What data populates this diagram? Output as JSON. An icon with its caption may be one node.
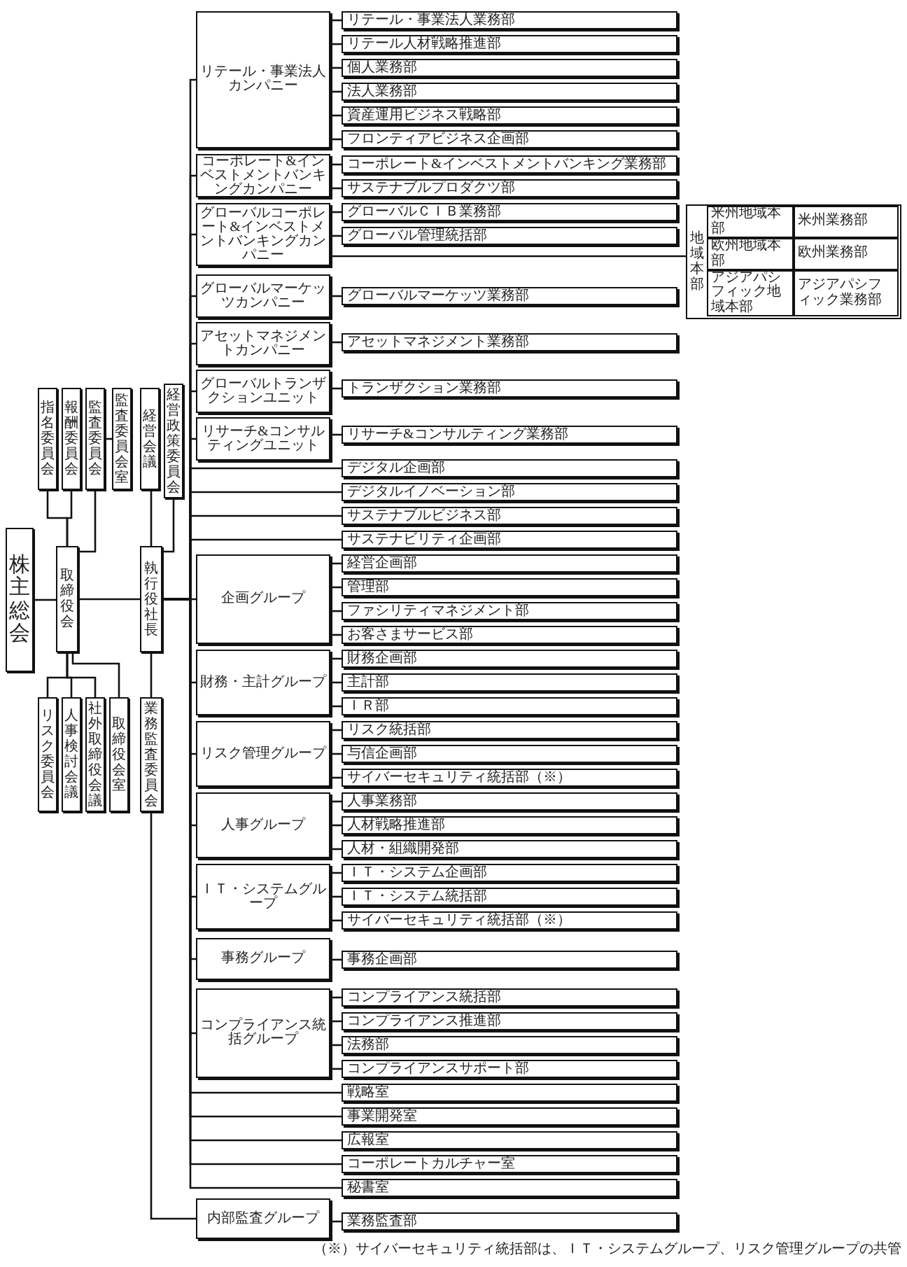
{
  "diagram": {
    "nodes": [
      {
        "text": [
          "株主総会"
        ]
      },
      {
        "text": [
          "取締役会"
        ]
      },
      {
        "text": [
          "指名委員会"
        ]
      },
      {
        "text": [
          "報酬委員会"
        ]
      },
      {
        "text": [
          "監査委員会"
        ]
      },
      {
        "text": [
          "監査委員会室"
        ]
      },
      {
        "text": [
          "リスク委員会"
        ]
      },
      {
        "text": [
          "人事検討会議"
        ]
      },
      {
        "text": [
          "社外取締役会議"
        ]
      },
      {
        "text": [
          "取締役会室"
        ]
      },
      {
        "text": [
          "経営会議"
        ]
      },
      {
        "text": [
          "経営政策委員会"
        ]
      },
      {
        "text": [
          "執行役社長"
        ]
      },
      {
        "text": [
          "業務監査委員会"
        ]
      },
      {
        "text": [
          "リテール・事業法人カンパニー"
        ]
      },
      {
        "text": [
          "リテール・事業法人業務部"
        ]
      },
      {
        "text": [
          "リテール人材戦略推進部"
        ]
      },
      {
        "text": [
          "個人業務部"
        ]
      },
      {
        "text": [
          "法人業務部"
        ]
      },
      {
        "text": [
          "資産運用ビジネス戦略部"
        ]
      },
      {
        "text": [
          "フロンティアビジネス企画部"
        ]
      },
      {
        "text": [
          "コーポレート&インベストメントバンキングカンパニー"
        ]
      },
      {
        "text": [
          "コーポレート&インベストメントバンキング業務部"
        ]
      },
      {
        "text": [
          "サステナブルプロダクツ部"
        ]
      },
      {
        "text": [
          "グローバルコーポレート&インベストメントバンキングカンパニー"
        ]
      },
      {
        "text": [
          "グローバルＣＩＢ業務部"
        ]
      },
      {
        "text": [
          "グローバル管理統括部"
        ]
      },
      {
        "text": [
          "地域本部"
        ]
      },
      {
        "text": [
          "米州地域本部"
        ],
        "in": 27
      },
      {
        "text": [
          "米州業務部"
        ],
        "in": 27
      },
      {
        "text": [
          "欧州地域本部"
        ],
        "in": 27
      },
      {
        "text": [
          "欧州業務部"
        ],
        "in": 27
      },
      {
        "text": [
          "アジアパシフィック地域本部"
        ],
        "in": 27
      },
      {
        "text": [
          "アジアパシフィック業務部"
        ],
        "in": 27
      },
      {
        "text": [
          "グローバルマーケッツカンパニー"
        ]
      },
      {
        "text": [
          "グローバルマーケッツ業務部"
        ]
      },
      {
        "text": [
          "アセットマネジメントカンパニー"
        ]
      },
      {
        "text": [
          "アセットマネジメント業務部"
        ]
      },
      {
        "text": [
          "グローバルトランザクションユニット"
        ]
      },
      {
        "text": [
          "トランザクション業務部"
        ]
      },
      {
        "text": [
          "リサーチ&コンサルティングユニット"
        ]
      },
      {
        "text": [
          "リサーチ&コンサルティング業務部"
        ]
      },
      {
        "text": [
          "デジタル企画部"
        ]
      },
      {
        "text": [
          "デジタルイノベーション部"
        ]
      },
      {
        "text": [
          "サステナブルビジネス部"
        ]
      },
      {
        "text": [
          "サステナビリティ企画部"
        ]
      },
      {
        "text": [
          "企画グループ"
        ]
      },
      {
        "text": [
          "経営企画部"
        ]
      },
      {
        "text": [
          "管理部"
        ]
      },
      {
        "text": [
          "ファシリティマネジメント部"
        ]
      },
      {
        "text": [
          "お客さまサービス部"
        ]
      },
      {
        "text": [
          "財務・主計グループ"
        ]
      },
      {
        "text": [
          "財務企画部"
        ]
      },
      {
        "text": [
          "主計部"
        ]
      },
      {
        "text": [
          "ＩＲ部"
        ]
      },
      {
        "text": [
          "リスク管理グループ"
        ]
      },
      {
        "text": [
          "リスク統括部"
        ]
      },
      {
        "text": [
          "与信企画部"
        ]
      },
      {
        "text": [
          "サイバーセキュリティ統括部（※）"
        ]
      },
      {
        "text": [
          "人事グループ"
        ]
      },
      {
        "text": [
          "人事業務部"
        ]
      },
      {
        "text": [
          "人材戦略推進部"
        ]
      },
      {
        "text": [
          "人材・組織開発部"
        ]
      },
      {
        "text": [
          "ＩＴ・システムグループ"
        ]
      },
      {
        "text": [
          "ＩＴ・システム企画部"
        ]
      },
      {
        "text": [
          "ＩＴ・システム統括部"
        ]
      },
      {
        "text": [
          "サイバーセキュリティ統括部（※）"
        ]
      },
      {
        "text": [
          "事務グループ"
        ]
      },
      {
        "text": [
          "事務企画部"
        ]
      },
      {
        "text": [
          "コンプライアンス統括グループ"
        ]
      },
      {
        "text": [
          "コンプライアンス統括部"
        ]
      },
      {
        "text": [
          "コンプライアンス推進部"
        ]
      },
      {
        "text": [
          "法務部"
        ]
      },
      {
        "text": [
          "コンプライアンスサポート部"
        ]
      },
      {
        "text": [
          "戦略室"
        ]
      },
      {
        "text": [
          "事業開発室"
        ]
      },
      {
        "text": [
          "広報室"
        ]
      },
      {
        "text": [
          "コーポレートカルチャー室"
        ]
      },
      {
        "text": [
          "秘書室"
        ]
      },
      {
        "text": [
          "内部監査グループ"
        ]
      },
      {
        "text": [
          "業務監査部"
        ]
      }
    ],
    "edges": [
      {
        "from": 0,
        "to": 1,
        "arrow": "none"
      },
      {
        "from": 1,
        "to": 2,
        "arrow": "none"
      },
      {
        "from": 1,
        "to": 3,
        "arrow": "none"
      },
      {
        "from": 1,
        "to": 4,
        "arrow": "none"
      },
      {
        "from": 4,
        "to": 5,
        "arrow": "none"
      },
      {
        "from": 1,
        "to": 6,
        "arrow": "none"
      },
      {
        "from": 1,
        "to": 7,
        "arrow": "none"
      },
      {
        "from": 1,
        "to": 8,
        "arrow": "none"
      },
      {
        "from": 1,
        "to": 9,
        "arrow": "none"
      },
      {
        "from": 1,
        "to": 12,
        "arrow": "none"
      },
      {
        "from": 12,
        "to": 10,
        "arrow": "none"
      },
      {
        "from": 12,
        "to": 11,
        "arrow": "none"
      },
      {
        "from": 12,
        "to": 13,
        "arrow": "none"
      },
      {
        "from": 13,
        "to": 79,
        "arrow": "none"
      },
      {
        "from": 12,
        "to": 14,
        "arrow": "none"
      },
      {
        "from": 12,
        "to": 21,
        "arrow": "none"
      },
      {
        "from": 12,
        "to": 24,
        "arrow": "none"
      },
      {
        "from": 12,
        "to": 34,
        "arrow": "none"
      },
      {
        "from": 12,
        "to": 36,
        "arrow": "none"
      },
      {
        "from": 12,
        "to": 38,
        "arrow": "none"
      },
      {
        "from": 12,
        "to": 40,
        "arrow": "none"
      },
      {
        "from": 12,
        "to": 42,
        "arrow": "none"
      },
      {
        "from": 12,
        "to": 43,
        "arrow": "none"
      },
      {
        "from": 12,
        "to": 44,
        "arrow": "none"
      },
      {
        "from": 12,
        "to": 45,
        "arrow": "none"
      },
      {
        "from": 12,
        "to": 46,
        "arrow": "none"
      },
      {
        "from": 12,
        "to": 51,
        "arrow": "none"
      },
      {
        "from": 12,
        "to": 55,
        "arrow": "none"
      },
      {
        "from": 12,
        "to": 59,
        "arrow": "none"
      },
      {
        "from": 12,
        "to": 63,
        "arrow": "none"
      },
      {
        "from": 12,
        "to": 67,
        "arrow": "none"
      },
      {
        "from": 12,
        "to": 69,
        "arrow": "none"
      },
      {
        "from": 12,
        "to": 74,
        "arrow": "none"
      },
      {
        "from": 12,
        "to": 75,
        "arrow": "none"
      },
      {
        "from": 12,
        "to": 76,
        "arrow": "none"
      },
      {
        "from": 12,
        "to": 77,
        "arrow": "none"
      },
      {
        "from": 12,
        "to": 78,
        "arrow": "none"
      },
      {
        "from": 14,
        "to": 15,
        "arrow": "none"
      },
      {
        "from": 14,
        "to": 16,
        "arrow": "none"
      },
      {
        "from": 14,
        "to": 17,
        "arrow": "none"
      },
      {
        "from": 14,
        "to": 18,
        "arrow": "none"
      },
      {
        "from": 14,
        "to": 19,
        "arrow": "none"
      },
      {
        "from": 14,
        "to": 20,
        "arrow": "none"
      },
      {
        "from": 21,
        "to": 22,
        "arrow": "none"
      },
      {
        "from": 21,
        "to": 23,
        "arrow": "none"
      },
      {
        "from": 24,
        "to": 25,
        "arrow": "none"
      },
      {
        "from": 24,
        "to": 26,
        "arrow": "none"
      },
      {
        "from": 24,
        "to": 27,
        "arrow": "none"
      },
      {
        "from": 34,
        "to": 35,
        "arrow": "none"
      },
      {
        "from": 36,
        "to": 37,
        "arrow": "none"
      },
      {
        "from": 38,
        "to": 39,
        "arrow": "none"
      },
      {
        "from": 40,
        "to": 41,
        "arrow": "none"
      },
      {
        "from": 46,
        "to": 47,
        "arrow": "none"
      },
      {
        "from": 46,
        "to": 48,
        "arrow": "none"
      },
      {
        "from": 46,
        "to": 49,
        "arrow": "none"
      },
      {
        "from": 46,
        "to": 50,
        "arrow": "none"
      },
      {
        "from": 51,
        "to": 52,
        "arrow": "none"
      },
      {
        "from": 51,
        "to": 53,
        "arrow": "none"
      },
      {
        "from": 51,
        "to": 54,
        "arrow": "none"
      },
      {
        "from": 55,
        "to": 56,
        "arrow": "none"
      },
      {
        "from": 55,
        "to": 57,
        "arrow": "none"
      },
      {
        "from": 55,
        "to": 58,
        "arrow": "none"
      },
      {
        "from": 59,
        "to": 60,
        "arrow": "none"
      },
      {
        "from": 59,
        "to": 61,
        "arrow": "none"
      },
      {
        "from": 59,
        "to": 62,
        "arrow": "none"
      },
      {
        "from": 63,
        "to": 64,
        "arrow": "none"
      },
      {
        "from": 63,
        "to": 65,
        "arrow": "none"
      },
      {
        "from": 63,
        "to": 66,
        "arrow": "none"
      },
      {
        "from": 67,
        "to": 68,
        "arrow": "none"
      },
      {
        "from": 69,
        "to": 70,
        "arrow": "none"
      },
      {
        "from": 69,
        "to": 71,
        "arrow": "none"
      },
      {
        "from": 69,
        "to": 72,
        "arrow": "none"
      },
      {
        "from": 69,
        "to": 73,
        "arrow": "none"
      },
      {
        "from": 79,
        "to": 80,
        "arrow": "none"
      }
    ],
    "labels": [
      "（※）サイバーセキュリティ統括部は、ＩＴ・システムグループ、リスク管理グループの共管"
    ]
  }
}
